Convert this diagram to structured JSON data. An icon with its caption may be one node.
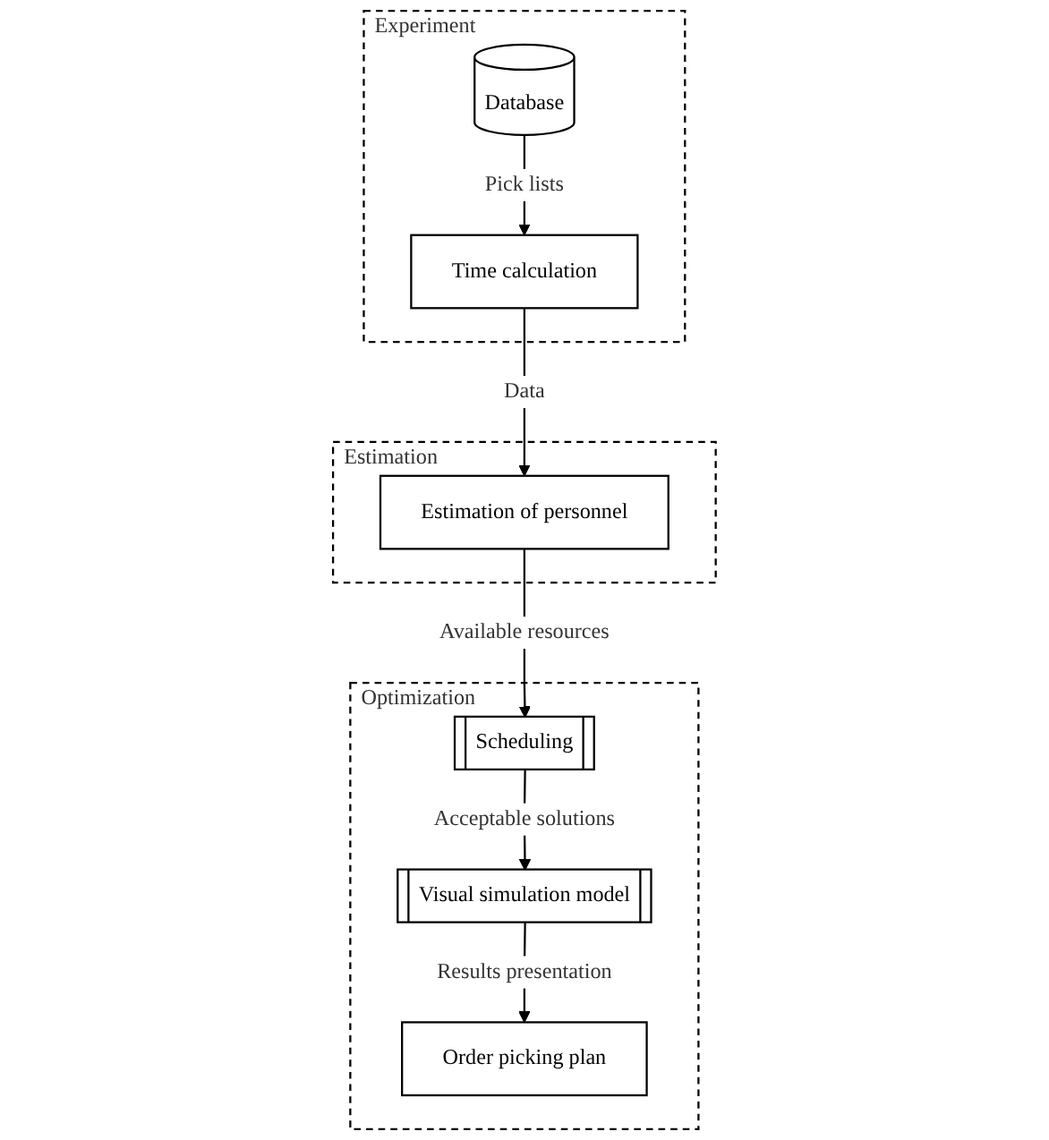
{
  "diagram": {
    "nodes": [
      {
        "text": [
          "Experiment"
        ]
      },
      {
        "text": [
          "Database"
        ],
        "in": 0
      },
      {
        "text": [
          "Time calculation"
        ],
        "in": 0
      },
      {
        "text": [
          "Estimation"
        ]
      },
      {
        "text": [
          "Estimation of personnel"
        ],
        "in": 3
      },
      {
        "text": [
          "Optimization"
        ]
      },
      {
        "text": [
          "Scheduling"
        ],
        "in": 5
      },
      {
        "text": [
          "Visual simulation model"
        ],
        "in": 5
      },
      {
        "text": [
          "Order picking plan"
        ],
        "in": 5
      }
    ],
    "edges": [
      {
        "from": 1,
        "to": 2,
        "arrow": "to",
        "label": "Pick lists"
      },
      {
        "from": 2,
        "to": 4,
        "arrow": "to",
        "label": "Data"
      },
      {
        "from": 4,
        "to": 6,
        "arrow": "to",
        "label": "Available resources"
      },
      {
        "from": 6,
        "to": 7,
        "arrow": "to",
        "label": "Acceptable solutions"
      },
      {
        "from": 7,
        "to": 8,
        "arrow": "to",
        "label": "Results presentation"
      }
    ]
  }
}
